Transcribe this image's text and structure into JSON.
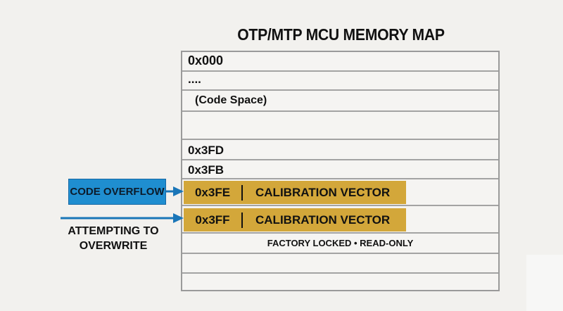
{
  "title": "OTP/MTP MCU MEMORY MAP",
  "rows": [
    {
      "label": "0x000"
    },
    {
      "label": "...."
    },
    {
      "label": "(Code Space)"
    },
    {
      "label": ""
    },
    {
      "label": "0x3FD"
    },
    {
      "label": "0x3FB"
    },
    {
      "address": "0x3FE",
      "content": "CALIBRATION VECTOR"
    },
    {
      "address": "0x3FF",
      "content": "CALIBRATION VECTOR"
    },
    {
      "label": "FACTORY LOCKED • READ-ONLY"
    },
    {
      "label": ""
    },
    {
      "label": ""
    }
  ],
  "callouts": {
    "code_overflow": "CODE OVERFLOW",
    "attempting_line1": "ATTEMPTING TO",
    "attempting_line2": "OVERWRITE"
  },
  "colors": {
    "calibration_fill": "#d3a73a",
    "overflow_fill": "#1f8ed0",
    "arrow": "#1a76b8"
  }
}
